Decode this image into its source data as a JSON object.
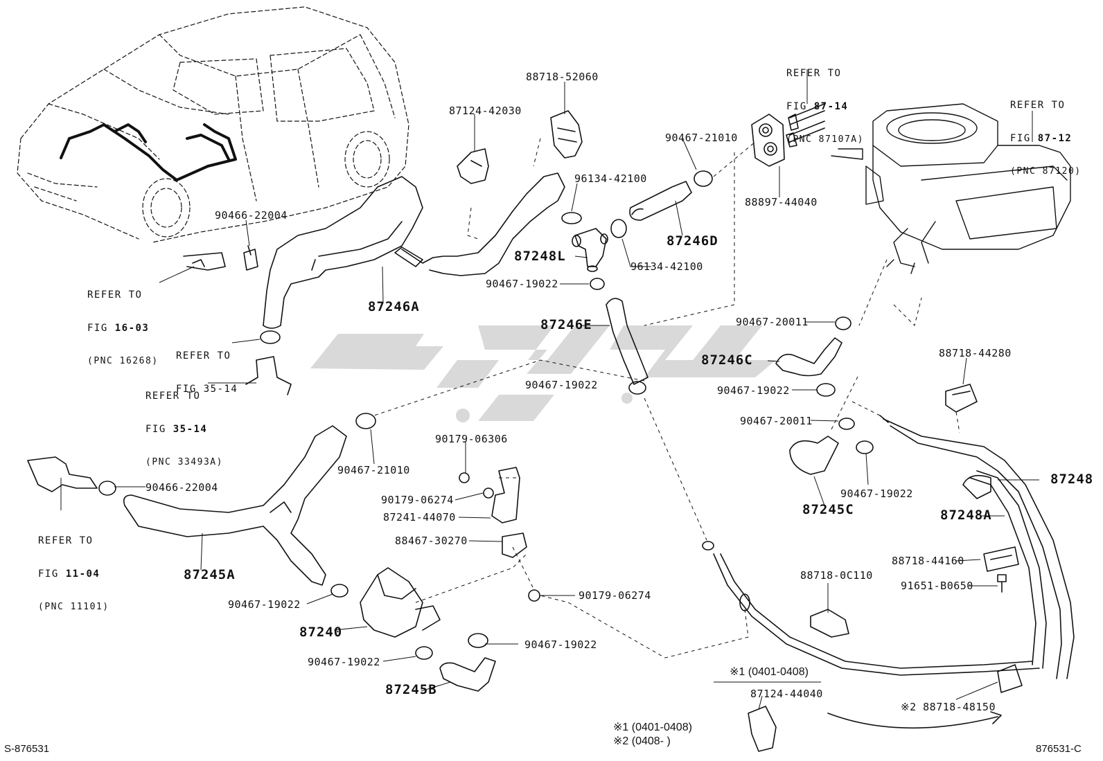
{
  "diagram": {
    "figure_code_left": "S-876531",
    "figure_code_right": "876531-C",
    "watermark_color": "#d9d9d9",
    "line_color": "#111111"
  },
  "parts": {
    "p_88718_52060": "88718-52060",
    "p_87124_42030": "87124-42030",
    "p_96134_42100_a": "96134-42100",
    "p_96134_42100_b": "96134-42100",
    "p_90467_21010_top": "90467-21010",
    "p_88897_44040": "88897-44040",
    "p_87246D": "87246D",
    "p_90466_22004_top": "90466-22004",
    "p_87248L": "87248L",
    "p_90467_19022_a": "90467-19022",
    "p_87246A": "87246A",
    "p_87246E": "87246E",
    "p_90467_20011_a": "90467-20011",
    "p_87246C": "87246C",
    "p_90467_19022_b": "90467-19022",
    "p_90467_19022_c": "90467-19022",
    "p_88718_44280": "88718-44280",
    "p_90467_20011_b": "90467-20011",
    "p_90467_19022_d": "90467-19022",
    "p_87245C": "87245C",
    "p_87248": "87248",
    "p_87248A": "87248A",
    "p_90467_21010_mid": "90467-21010",
    "p_90179_06306": "90179-06306",
    "p_90466_22004_left": "90466-22004",
    "p_90179_06274_a": "90179-06274",
    "p_87241_44070": "87241-44070",
    "p_88467_30270": "88467-30270",
    "p_87245A": "87245A",
    "p_88718_44160": "88718-44160",
    "p_88718_0C110": "88718-0C110",
    "p_91651_B0650": "91651-B0650",
    "p_90179_06274_b": "90179-06274",
    "p_90467_19022_e": "90467-19022",
    "p_87240": "87240",
    "p_90467_19022_f": "90467-19022",
    "p_90467_19022_g": "90467-19022",
    "p_87245B": "87245B",
    "p_87124_44040": "87124-44040",
    "p_88718_48150": "※2 88718-48150"
  },
  "notes": {
    "note1_header": "※1 (0401-0408)",
    "legend1": "※1 (0401-0408)",
    "legend2": "※2 (0408-      )"
  },
  "refs": {
    "r_87_14": {
      "l1": "REFER TO",
      "l2a": "FIG ",
      "l2b": "87-14",
      "l3": "(PNC 87107A)"
    },
    "r_87_12": {
      "l1": "REFER TO",
      "l2a": "FIG ",
      "l2b": "87-12",
      "l3": "(PNC 87120)"
    },
    "r_16_03": {
      "l1": "REFER TO",
      "l2a": "FIG ",
      "l2b": "16-03",
      "l3": "(PNC 16268)"
    },
    "r_35_14_a": {
      "l1": "REFER TO",
      "l2a": "FIG 35-14"
    },
    "r_35_14_b": {
      "l1": "REFER TO",
      "l2a": "FIG ",
      "l2b": "35-14",
      "l3": "(PNC 33493A)"
    },
    "r_11_04": {
      "l1": "REFER TO",
      "l2a": "FIG ",
      "l2b": "11-04",
      "l3": "(PNC 11101)"
    }
  }
}
